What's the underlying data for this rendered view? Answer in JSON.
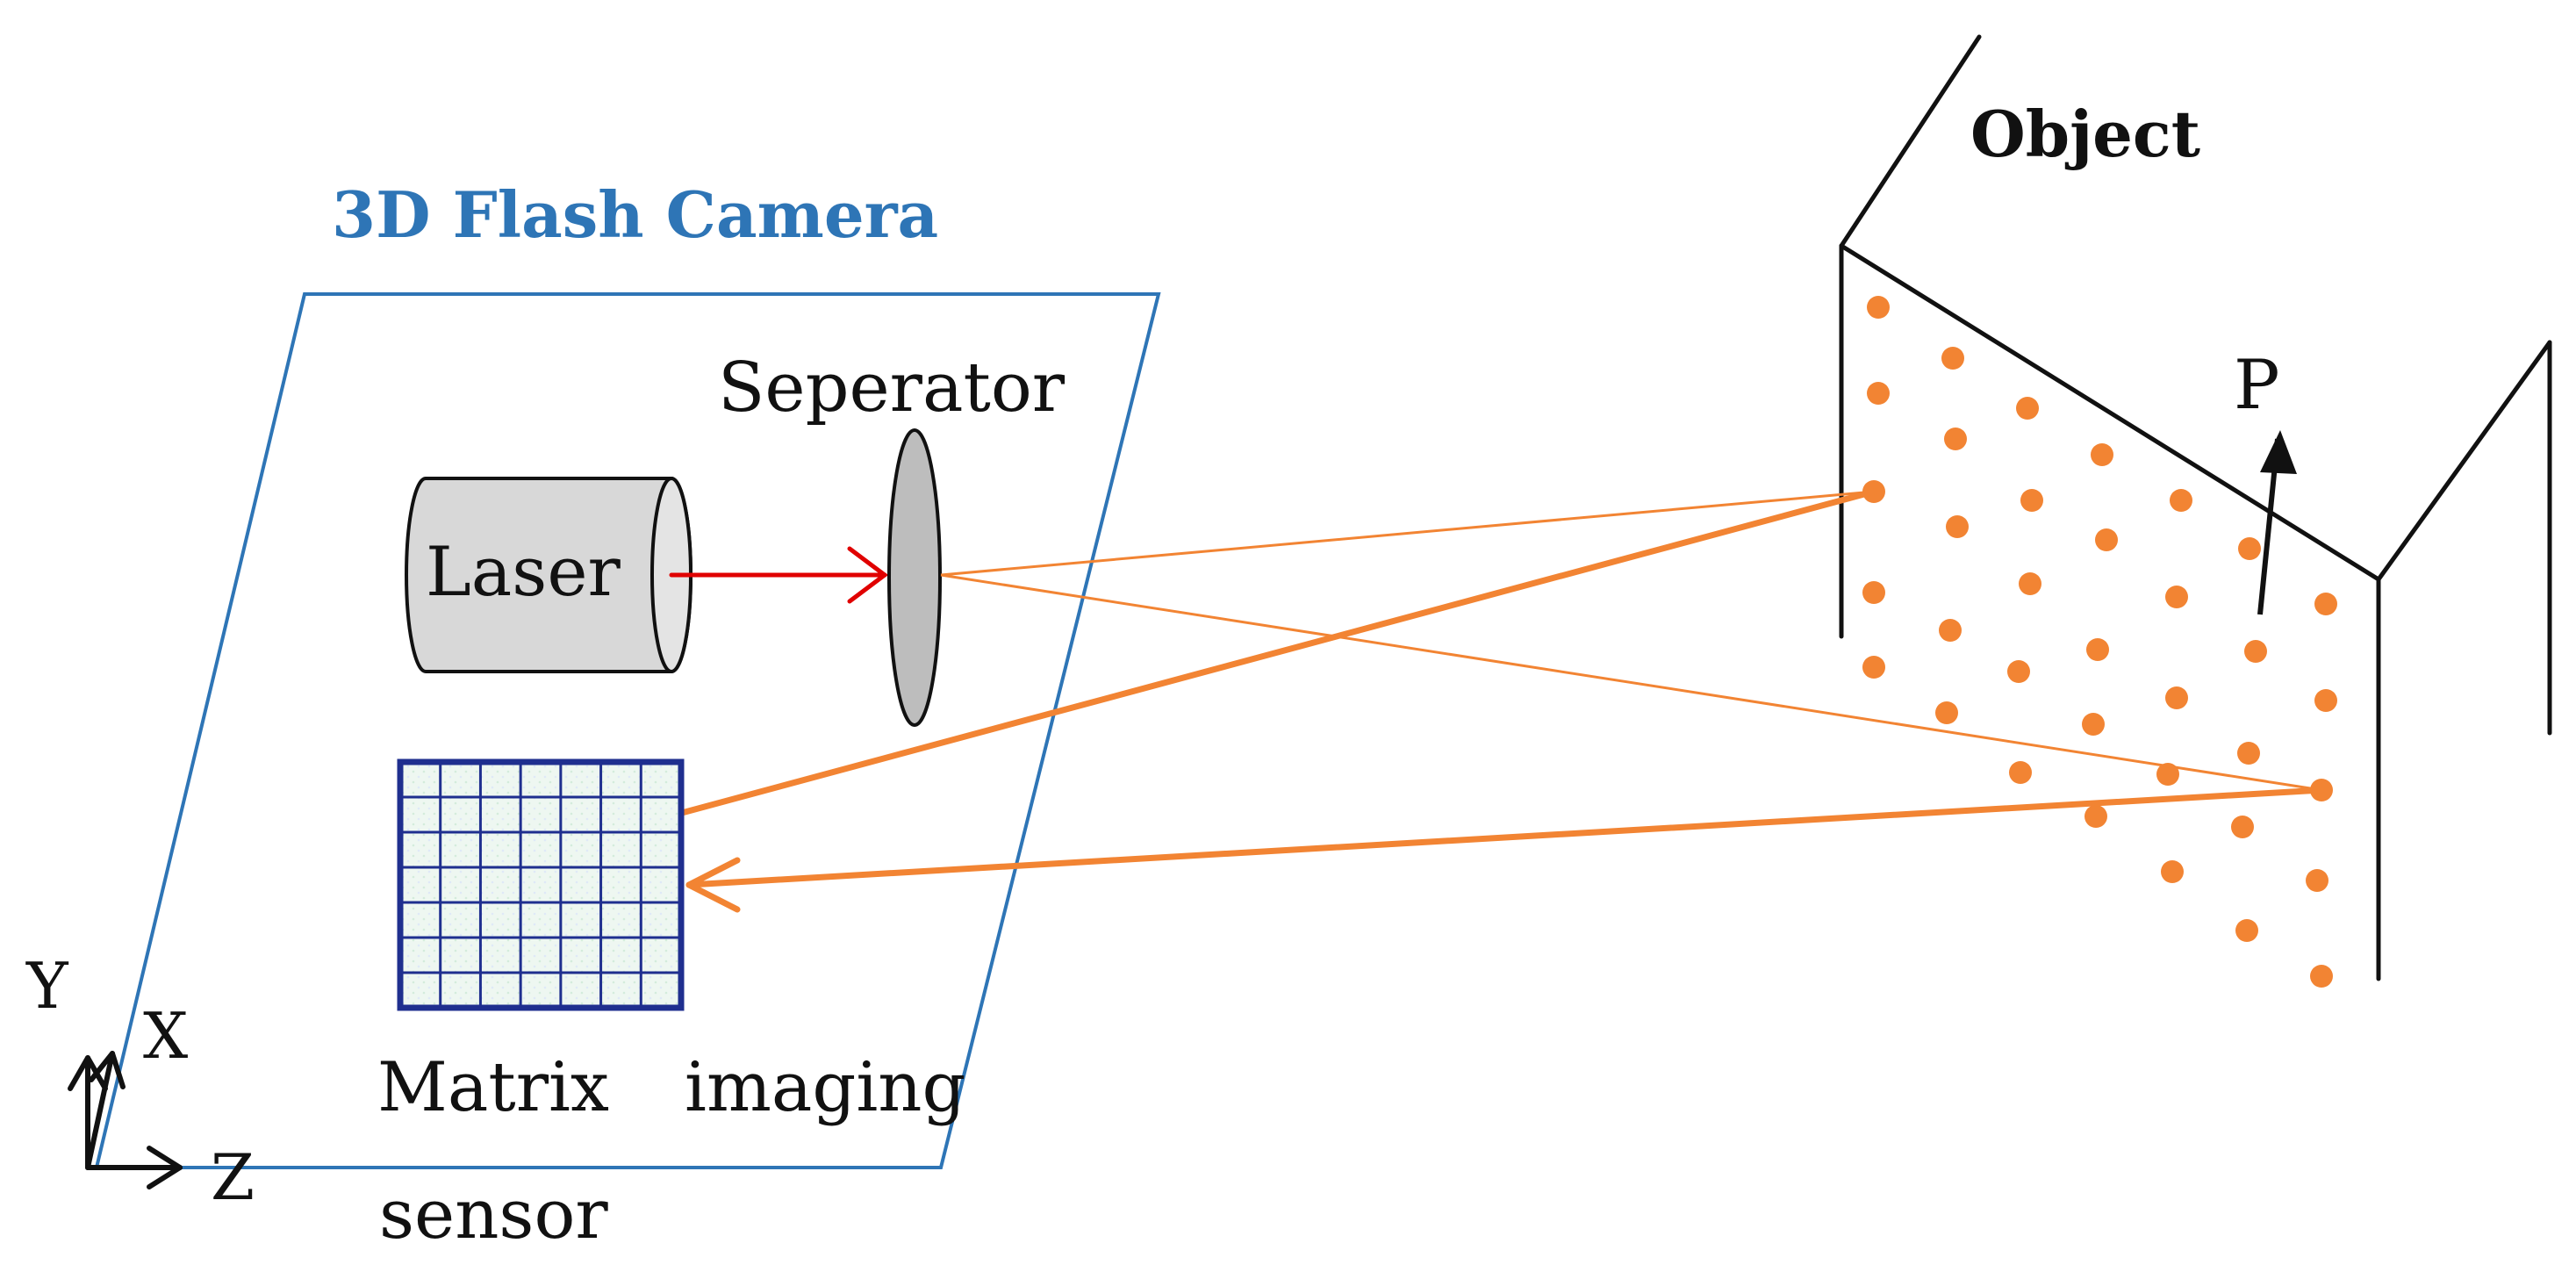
{
  "labels": {
    "camera_title": "3D Flash Camera",
    "object": "Object",
    "separator": "Seperator",
    "laser": "Laser",
    "matrix": "Matrix",
    "imaging": "imaging",
    "sensor": "sensor",
    "point": "P",
    "axis_y": "Y",
    "axis_x": "X",
    "axis_z": "Z"
  },
  "colors": {
    "camera_frame": "#2e75b6",
    "camera_title": "#2e75b6",
    "beam": "#f28433",
    "laser_arrow": "#e00000",
    "grid_line": "#1f2f8f",
    "ink": "#111111"
  }
}
